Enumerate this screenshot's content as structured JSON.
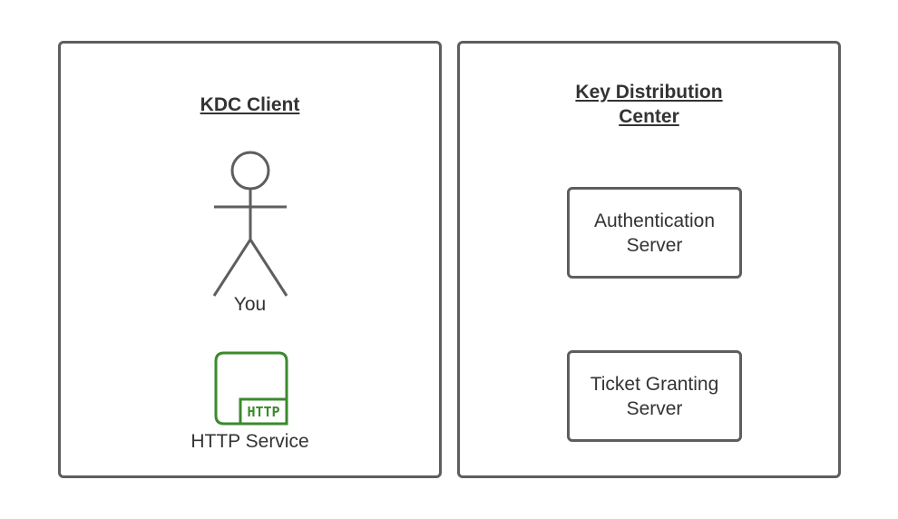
{
  "client_panel": {
    "title": "KDC Client",
    "actor_label": "You",
    "actor_icon": "stick-figure-icon",
    "service_icon": "http-service-icon",
    "service_badge": "HTTP",
    "service_label": "HTTP Service"
  },
  "kdc_panel": {
    "title_line1": "Key Distribution",
    "title_line2": "Center",
    "auth_server": {
      "line1": "Authentication",
      "line2": "Server"
    },
    "ticket_server": {
      "line1": "Ticket Granting",
      "line2": "Server"
    }
  },
  "colors": {
    "border": "#5e5e5e",
    "text": "#333333",
    "http_green": "#3a8a2c"
  }
}
